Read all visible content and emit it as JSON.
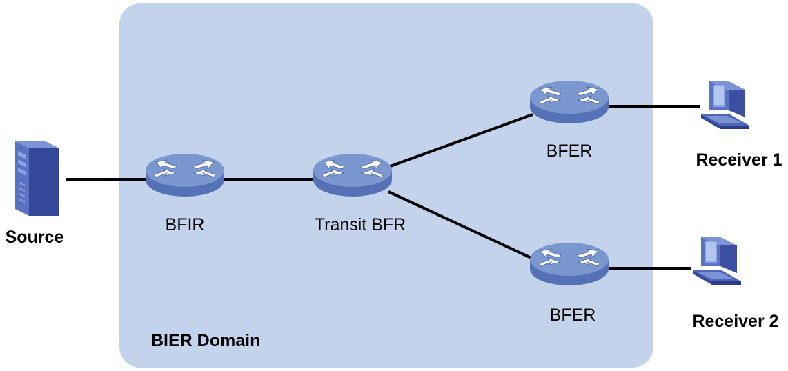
{
  "domain_label": "BIER Domain",
  "colors": {
    "domain_fill": "#c4d3ec",
    "router_top": "#7b97cf",
    "router_side": "#5472b5",
    "link": "#000000"
  },
  "nodes": {
    "source": {
      "label": "Source",
      "icon": "server-icon"
    },
    "bfir": {
      "label": "BFIR",
      "icon": "router-icon"
    },
    "transit": {
      "label": "Transit BFR",
      "icon": "router-icon"
    },
    "bfer1": {
      "label": "BFER",
      "icon": "router-icon"
    },
    "bfer2": {
      "label": "BFER",
      "icon": "router-icon"
    },
    "receiver1": {
      "label": "Receiver 1",
      "icon": "pc-icon"
    },
    "receiver2": {
      "label": "Receiver 2",
      "icon": "pc-icon"
    }
  },
  "links": [
    {
      "from": "source",
      "to": "bfir"
    },
    {
      "from": "bfir",
      "to": "transit"
    },
    {
      "from": "transit",
      "to": "bfer1"
    },
    {
      "from": "transit",
      "to": "bfer2"
    },
    {
      "from": "bfer1",
      "to": "receiver1"
    },
    {
      "from": "bfer2",
      "to": "receiver2"
    }
  ]
}
